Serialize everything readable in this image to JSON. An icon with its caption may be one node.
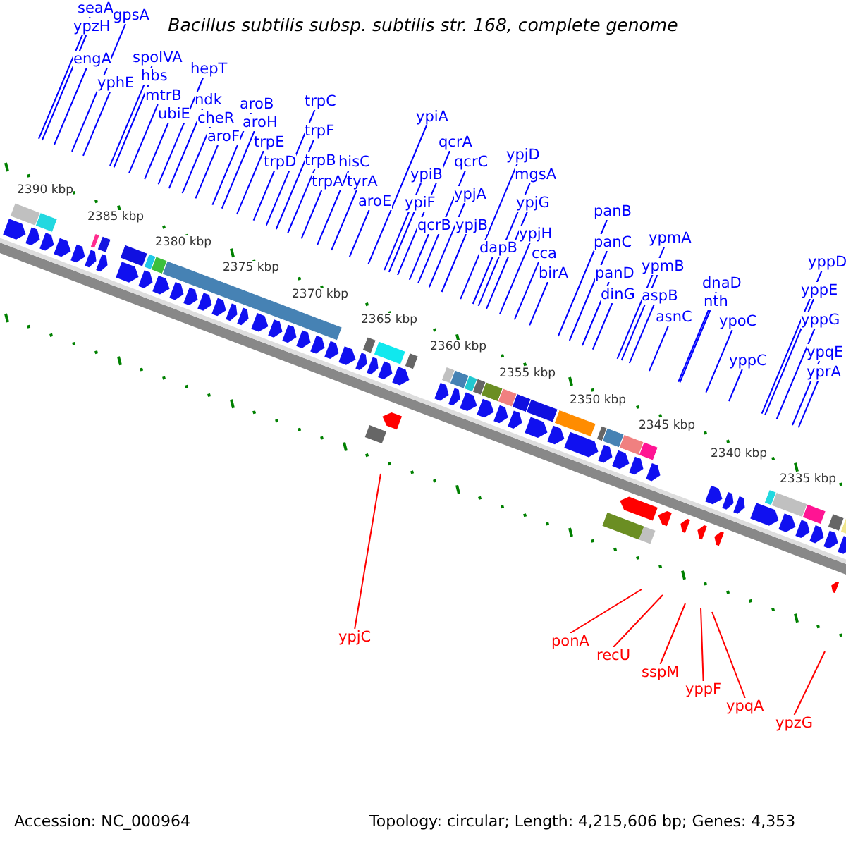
{
  "diagram": {
    "title": "Bacillus subtilis subsp. subtilis str. 168, complete genome",
    "nodes": [
      {
        "text": [
          "seaA"
        ]
      },
      {
        "text": [
          "ypzH"
        ]
      },
      {
        "text": [
          "gpsA"
        ]
      },
      {
        "text": [
          "engA"
        ]
      },
      {
        "text": [
          "yphE"
        ]
      },
      {
        "text": [
          "spoIVA"
        ]
      },
      {
        "text": [
          "hbs"
        ]
      },
      {
        "text": [
          "mtrB"
        ]
      },
      {
        "text": [
          "ubiE"
        ]
      },
      {
        "text": [
          "hepT"
        ]
      },
      {
        "text": [
          "ndk"
        ]
      },
      {
        "text": [
          "cheR"
        ]
      },
      {
        "text": [
          "aroF"
        ]
      },
      {
        "text": [
          "aroB"
        ]
      },
      {
        "text": [
          "aroH"
        ]
      },
      {
        "text": [
          "trpE"
        ]
      },
      {
        "text": [
          "trpD"
        ]
      },
      {
        "text": [
          "trpC"
        ]
      },
      {
        "text": [
          "trpF"
        ]
      },
      {
        "text": [
          "trpB"
        ]
      },
      {
        "text": [
          "trpA"
        ]
      },
      {
        "text": [
          "hisC"
        ]
      },
      {
        "text": [
          "tyrA"
        ]
      },
      {
        "text": [
          "aroE"
        ]
      },
      {
        "text": [
          "ypiA"
        ]
      },
      {
        "text": [
          "qcrA"
        ]
      },
      {
        "text": [
          "qcrC"
        ]
      },
      {
        "text": [
          "ypiB"
        ]
      },
      {
        "text": [
          "ypiF"
        ]
      },
      {
        "text": [
          "qcrB"
        ]
      },
      {
        "text": [
          "ypjA"
        ]
      },
      {
        "text": [
          "ypjB"
        ]
      },
      {
        "text": [
          "ypjD"
        ]
      },
      {
        "text": [
          "mgsA"
        ]
      },
      {
        "text": [
          "ypjG"
        ]
      },
      {
        "text": [
          "dapB"
        ]
      },
      {
        "text": [
          "ypjH"
        ]
      },
      {
        "text": [
          "cca"
        ]
      },
      {
        "text": [
          "birA"
        ]
      },
      {
        "text": [
          "panB"
        ]
      },
      {
        "text": [
          "panC"
        ]
      },
      {
        "text": [
          "panD"
        ]
      },
      {
        "text": [
          "dinG"
        ]
      },
      {
        "text": [
          "ypmA"
        ]
      },
      {
        "text": [
          "ypmB"
        ]
      },
      {
        "text": [
          "aspB"
        ]
      },
      {
        "text": [
          "asnC"
        ]
      },
      {
        "text": [
          "dnaD"
        ]
      },
      {
        "text": [
          "nth"
        ]
      },
      {
        "text": [
          "ypoC"
        ]
      },
      {
        "text": [
          "yppC"
        ]
      },
      {
        "text": [
          "yppD"
        ]
      },
      {
        "text": [
          "yppE"
        ]
      },
      {
        "text": [
          "yppG"
        ]
      },
      {
        "text": [
          "ypqE"
        ]
      },
      {
        "text": [
          "yprA"
        ]
      },
      {
        "text": [
          "ypjC"
        ]
      },
      {
        "text": [
          "ponA"
        ]
      },
      {
        "text": [
          "recU"
        ]
      },
      {
        "text": [
          "sspM"
        ]
      },
      {
        "text": [
          "yppF"
        ]
      },
      {
        "text": [
          "ypqA"
        ]
      },
      {
        "text": [
          "ypzG"
        ]
      }
    ],
    "edges": [
      {
        "from": 0,
        "to": null,
        "arrow": "none"
      },
      {
        "from": 1,
        "to": null,
        "arrow": "none"
      },
      {
        "from": 2,
        "to": null,
        "arrow": "none"
      },
      {
        "from": 3,
        "to": null,
        "arrow": "none"
      },
      {
        "from": 4,
        "to": null,
        "arrow": "none"
      },
      {
        "from": 5,
        "to": null,
        "arrow": "none"
      },
      {
        "from": 6,
        "to": null,
        "arrow": "none"
      },
      {
        "from": 7,
        "to": null,
        "arrow": "none"
      },
      {
        "from": 8,
        "to": null,
        "arrow": "none"
      },
      {
        "from": 9,
        "to": null,
        "arrow": "none"
      },
      {
        "from": 10,
        "to": null,
        "arrow": "none"
      },
      {
        "from": 11,
        "to": null,
        "arrow": "none"
      },
      {
        "from": 12,
        "to": null,
        "arrow": "none"
      },
      {
        "from": 13,
        "to": null,
        "arrow": "none"
      },
      {
        "from": 14,
        "to": null,
        "arrow": "none"
      },
      {
        "from": 15,
        "to": null,
        "arrow": "none"
      },
      {
        "from": 16,
        "to": null,
        "arrow": "none"
      },
      {
        "from": 17,
        "to": null,
        "arrow": "none"
      },
      {
        "from": 18,
        "to": null,
        "arrow": "none"
      },
      {
        "from": 19,
        "to": null,
        "arrow": "none"
      },
      {
        "from": 20,
        "to": null,
        "arrow": "none"
      },
      {
        "from": 21,
        "to": null,
        "arrow": "none"
      },
      {
        "from": 22,
        "to": null,
        "arrow": "none"
      },
      {
        "from": 23,
        "to": null,
        "arrow": "none"
      },
      {
        "from": 24,
        "to": null,
        "arrow": "none"
      },
      {
        "from": 25,
        "to": null,
        "arrow": "none"
      },
      {
        "from": 26,
        "to": null,
        "arrow": "none"
      },
      {
        "from": 27,
        "to": null,
        "arrow": "none"
      },
      {
        "from": 28,
        "to": null,
        "arrow": "none"
      },
      {
        "from": 29,
        "to": null,
        "arrow": "none"
      },
      {
        "from": 30,
        "to": null,
        "arrow": "none"
      },
      {
        "from": 31,
        "to": null,
        "arrow": "none"
      },
      {
        "from": 32,
        "to": null,
        "arrow": "none"
      },
      {
        "from": 33,
        "to": null,
        "arrow": "none"
      },
      {
        "from": 34,
        "to": null,
        "arrow": "none"
      },
      {
        "from": 35,
        "to": null,
        "arrow": "none"
      },
      {
        "from": 36,
        "to": null,
        "arrow": "none"
      },
      {
        "from": 37,
        "to": null,
        "arrow": "none"
      },
      {
        "from": 38,
        "to": null,
        "arrow": "none"
      },
      {
        "from": 39,
        "to": null,
        "arrow": "none"
      },
      {
        "from": 40,
        "to": null,
        "arrow": "none"
      },
      {
        "from": 41,
        "to": null,
        "arrow": "none"
      },
      {
        "from": 42,
        "to": null,
        "arrow": "none"
      },
      {
        "from": 43,
        "to": null,
        "arrow": "none"
      },
      {
        "from": 44,
        "to": null,
        "arrow": "none"
      },
      {
        "from": 45,
        "to": null,
        "arrow": "none"
      },
      {
        "from": 46,
        "to": null,
        "arrow": "none"
      },
      {
        "from": 47,
        "to": null,
        "arrow": "none"
      },
      {
        "from": 48,
        "to": null,
        "arrow": "none"
      },
      {
        "from": 49,
        "to": null,
        "arrow": "none"
      },
      {
        "from": 50,
        "to": null,
        "arrow": "none"
      },
      {
        "from": 51,
        "to": null,
        "arrow": "none"
      },
      {
        "from": 52,
        "to": null,
        "arrow": "none"
      },
      {
        "from": 53,
        "to": null,
        "arrow": "none"
      },
      {
        "from": 54,
        "to": null,
        "arrow": "none"
      },
      {
        "from": 55,
        "to": null,
        "arrow": "none"
      },
      {
        "from": 56,
        "to": null,
        "arrow": "none",
        "color": "#ff0000"
      },
      {
        "from": 57,
        "to": null,
        "arrow": "none",
        "color": "#ff0000"
      },
      {
        "from": 58,
        "to": null,
        "arrow": "none",
        "color": "#ff0000"
      },
      {
        "from": 59,
        "to": null,
        "arrow": "none",
        "color": "#ff0000"
      },
      {
        "from": 60,
        "to": null,
        "arrow": "none",
        "color": "#ff0000"
      },
      {
        "from": 61,
        "to": null,
        "arrow": "none",
        "color": "#ff0000"
      },
      {
        "from": 62,
        "to": null,
        "arrow": "none",
        "color": "#ff0000"
      }
    ],
    "labels": [
      "2390 kbp",
      "2385 kbp",
      "2380 kbp",
      "2375 kbp",
      "2370 kbp",
      "2365 kbp",
      "2360 kbp",
      "2355 kbp",
      "2350 kbp",
      "2345 kbp",
      "2340 kbp",
      "2335 kbp",
      "Accession: NC_000964",
      "Topology: circular; Length: 4,215,606 bp; Genes: 4,353"
    ]
  }
}
